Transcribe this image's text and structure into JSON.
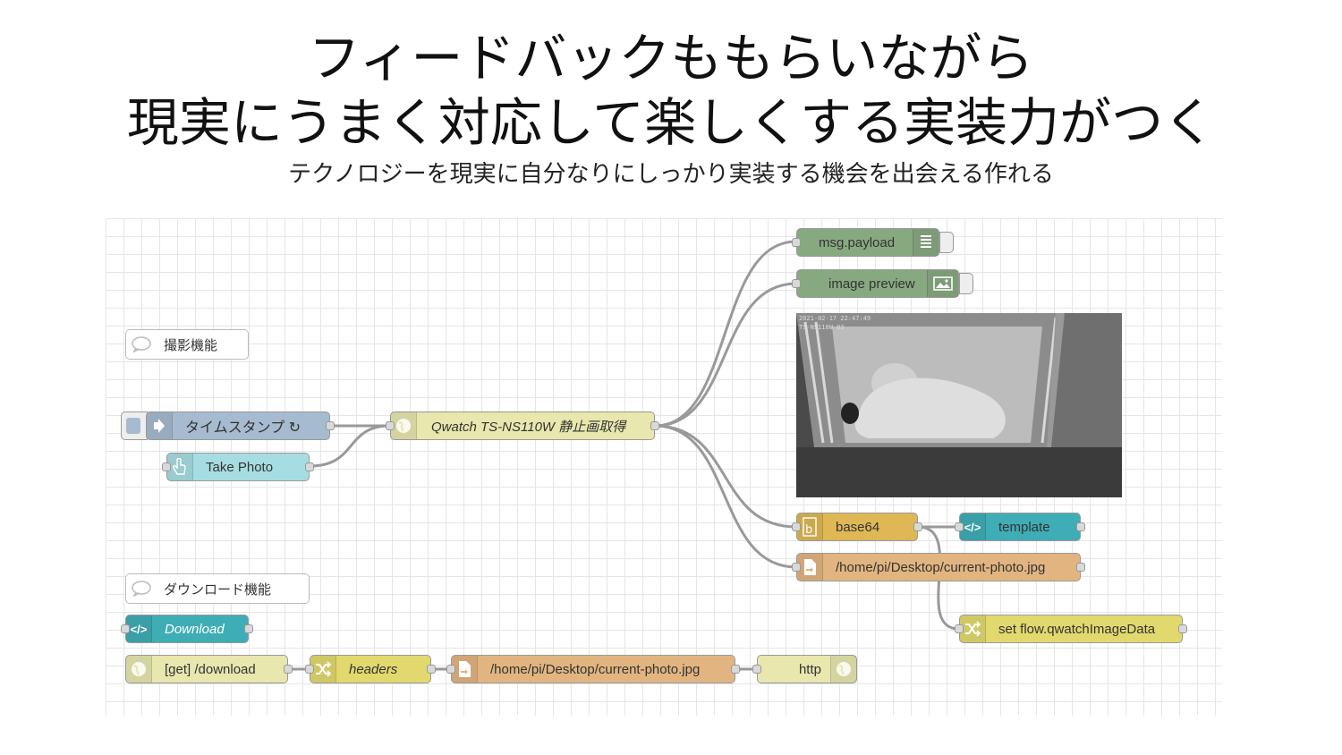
{
  "slide": {
    "title_line1": "フィードバックももらいながら",
    "title_line2": "現実にうまく対応して楽しくする実装力がつく",
    "subtitle": "テクノロジーを現実に自分なりにしっかり実装する機会を出会える作れる"
  },
  "flow": {
    "comment_capture": "撮影機能",
    "comment_download": "ダウンロード機能",
    "inject": "タイムスタンプ ↻",
    "take_photo": "Take Photo",
    "qwatch": "Qwatch TS-NS110W 静止画取得",
    "msg_payload": "msg.payload",
    "image_preview": "image preview",
    "base64": "base64",
    "template": "template",
    "file_out": "/home/pi/Desktop/current-photo.jpg",
    "set_flow": "set flow.qwatchImageData",
    "download": "Download",
    "http_in": "[get] /download",
    "headers": "headers",
    "file_in": "/home/pi/Desktop/current-photo.jpg",
    "http_out": "http",
    "camera_timestamp_1": "2021-02-17 22:47:49",
    "camera_timestamp_2": "TS-NS110W 03"
  },
  "icons": {
    "comment": "speech-bubble-icon",
    "inject": "arrow-right-icon",
    "button": "pointer-hand-icon",
    "http": "globe-icon",
    "debug": "list-icon",
    "preview": "image-icon",
    "base64": "base64-icon",
    "template": "code-icon",
    "file": "file-icon",
    "change": "shuffle-icon"
  },
  "colors": {
    "inject": "#a6bbcf",
    "button": "#a6dde2",
    "http": "#e7e7ae",
    "debug": "#87a980",
    "function": "#dfb855",
    "template": "#3fadb5",
    "file": "#e2b580",
    "change": "#e2d96e",
    "wire": "#999999"
  }
}
